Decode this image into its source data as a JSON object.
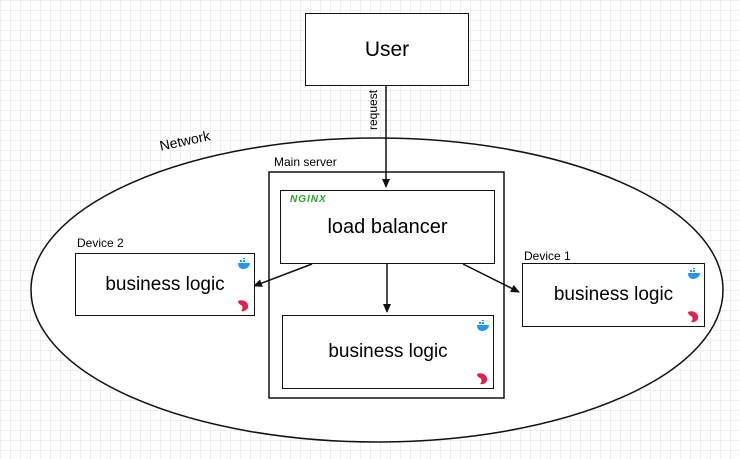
{
  "user": {
    "label": "User"
  },
  "edge_request": {
    "label": "request"
  },
  "network": {
    "label": "Network"
  },
  "main_server": {
    "label": "Main server"
  },
  "load_balancer": {
    "label": "load balancer",
    "badge": "NGINX"
  },
  "device2": {
    "label": "Device 2",
    "service": "business logic"
  },
  "device1": {
    "label": "Device 1",
    "service": "business logic"
  },
  "main_service": {
    "label": "business logic"
  },
  "icons": {
    "docker": "docker-icon",
    "nestjs": "nestjs-icon",
    "nginx": "nginx-logo"
  },
  "colors": {
    "nginx": "#2ba62b",
    "docker": "#2496ed",
    "nest": "#e0234e",
    "stroke": "#111111"
  }
}
